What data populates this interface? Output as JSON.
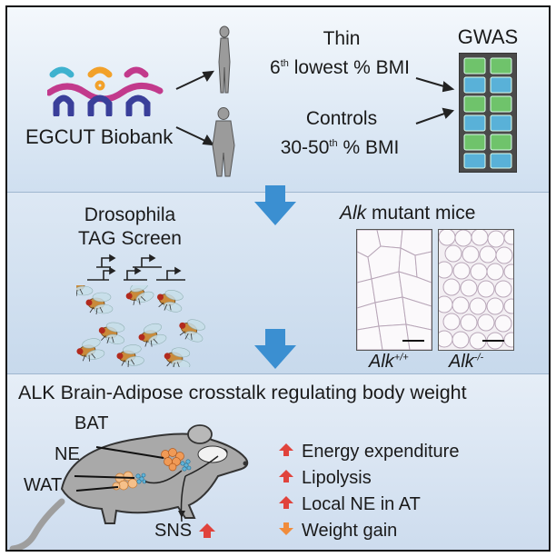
{
  "top": {
    "biobank": "EGCUT Biobank",
    "thin_title": "Thin",
    "thin_sub_a": "6",
    "thin_sub_sup": "th",
    "thin_sub_b": " lowest % BMI",
    "controls_title": "Controls",
    "controls_sub_a": "30-50",
    "controls_sub_sup": "th",
    "controls_sub_b": " % BMI",
    "gwas": "GWAS"
  },
  "middle": {
    "drosophila_1": "Drosophila",
    "drosophila_2": "TAG Screen",
    "mice_gene": "Alk",
    "mice_rest": " mutant mice",
    "label_wt": "Alk",
    "label_wt_sup": "+/+",
    "label_ko": "Alk",
    "label_ko_sup": "-/-"
  },
  "bottom": {
    "title": "ALK Brain-Adipose crosstalk regulating body weight",
    "bat": "BAT",
    "ne": "NE",
    "wat": "WAT",
    "sns": "SNS",
    "effects": [
      {
        "label": "Energy expenditure",
        "direction": "up"
      },
      {
        "label": "Lipolysis",
        "direction": "up"
      },
      {
        "label": "Local NE in AT",
        "direction": "up"
      },
      {
        "label": "Weight gain",
        "direction": "down"
      }
    ]
  },
  "colors": {
    "logo_blue": "#3a3f9a",
    "logo_orange": "#f2a12a",
    "logo_magenta": "#c23a8c",
    "logo_teal": "#3fb2cf",
    "flow_arrow": "#3b8fd1",
    "up_arrow": "#e0433c",
    "down_arrow": "#f08c3c"
  }
}
